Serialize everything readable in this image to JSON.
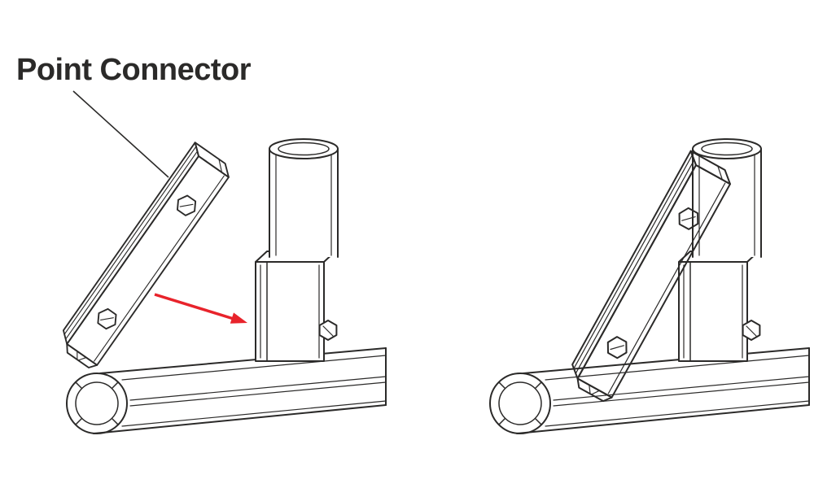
{
  "diagram": {
    "label": "Point Connector",
    "colors": {
      "line": "#2b2a29",
      "connector_fill": "#f2cbda",
      "connector_side": "#e2aec4",
      "connector_end": "#eabfd0",
      "connector_bolt": "#f5d6e2",
      "arrow": "#e8232b",
      "background": "#ffffff"
    },
    "figures": [
      {
        "name": "exploded-view",
        "parts": [
          "point-connector-bar",
          "vertical-tube",
          "socket-joint",
          "horizontal-tube"
        ],
        "annotations": [
          "label-leader-line",
          "insert-direction-arrow"
        ]
      },
      {
        "name": "assembled-view",
        "parts": [
          "point-connector-bar",
          "vertical-tube",
          "socket-joint",
          "horizontal-tube"
        ],
        "annotations": []
      }
    ]
  }
}
